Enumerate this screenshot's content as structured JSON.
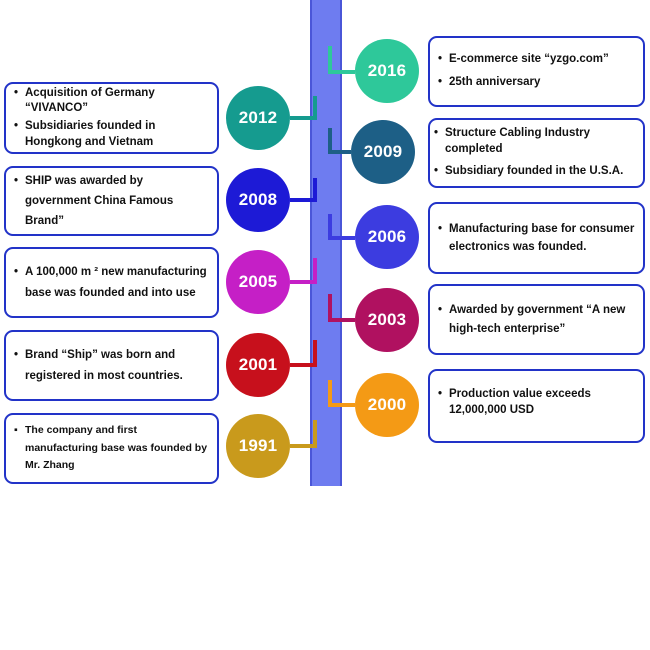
{
  "colors": {
    "spine": "#6e7cf0",
    "box_border": "#2233c8",
    "y2016": "#2ec89a",
    "y2012": "#159b8f",
    "y2009": "#1d5f86",
    "y2008": "#1d1ad6",
    "y2006": "#3c3ce0",
    "y2005": "#c51fc6",
    "y2003": "#b01160",
    "y2001": "#c7101c",
    "y2000": "#f49a15",
    "y1991": "#c99a1c"
  },
  "events": [
    {
      "year": "2016",
      "items": [
        "E-commerce site “yzgo.com”",
        "25th anniversary"
      ]
    },
    {
      "year": "2012",
      "items": [
        "Acquisition of Germany  “VIVANCO”",
        "Subsidiaries founded in Hongkong and Vietnam"
      ]
    },
    {
      "year": "2009",
      "items": [
        "Structure Cabling Industry  completed",
        "Subsidiary founded in the U.S.A."
      ]
    },
    {
      "year": "2008",
      "items": [
        "SHIP was awarded by government China Famous Brand”"
      ]
    },
    {
      "year": "2006",
      "items": [
        "Manufacturing base for consumer electronics was founded."
      ]
    },
    {
      "year": "2005",
      "items": [
        "A 100,000 m ² new manufacturing base was founded and into use"
      ]
    },
    {
      "year": "2003",
      "items": [
        "Awarded by government “A new high-tech enterprise”"
      ]
    },
    {
      "year": "2001",
      "items": [
        "Brand “Ship” was born and registered in most countries."
      ]
    },
    {
      "year": "2000",
      "items": [
        "Production value exceeds 12,000,000 USD"
      ]
    },
    {
      "year": "1991",
      "items": [
        "The company and first manufacturing base was founded by Mr. Zhang"
      ]
    }
  ]
}
